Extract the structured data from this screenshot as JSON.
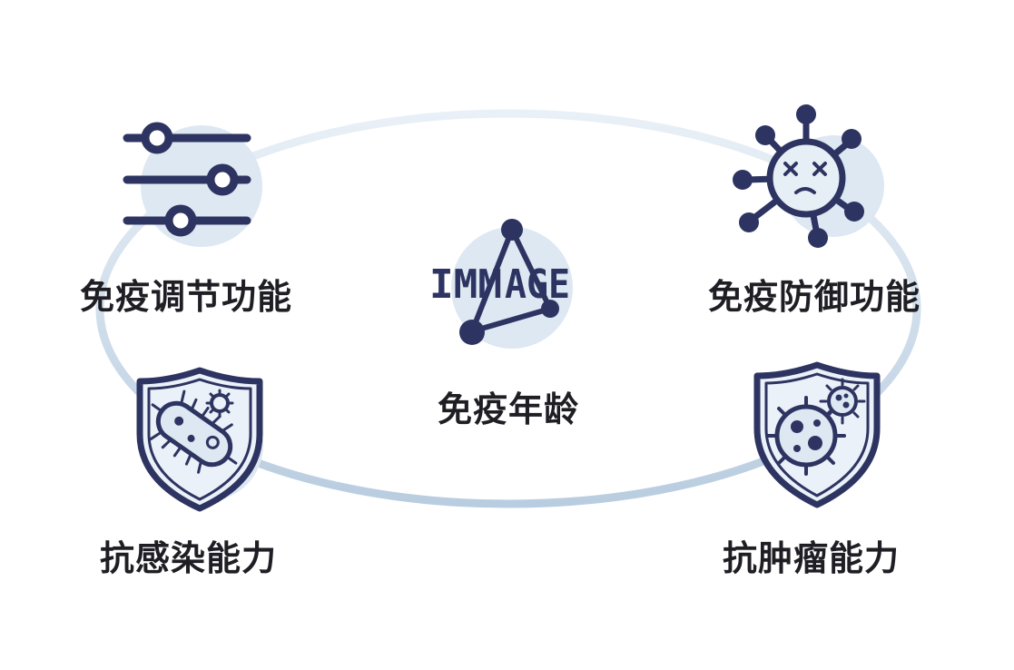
{
  "colors": {
    "navy": "#2d3461",
    "bubble": "#dde8f3",
    "ring": "#bcd0e2",
    "text": "#1e1e24"
  },
  "center": {
    "logo_text_left": "IMM",
    "logo_text_right": "AGE",
    "label": "免疫年龄",
    "icon": "triangle-network-icon"
  },
  "nodes": [
    {
      "id": "tl",
      "label": "免疫调节功能",
      "icon": "sliders-icon"
    },
    {
      "id": "tr",
      "label": "免疫防御功能",
      "icon": "virus-icon"
    },
    {
      "id": "bl",
      "label": "抗感染能力",
      "icon": "bacteria-shield-icon"
    },
    {
      "id": "br",
      "label": "抗肿瘤能力",
      "icon": "tumor-shield-icon"
    }
  ]
}
